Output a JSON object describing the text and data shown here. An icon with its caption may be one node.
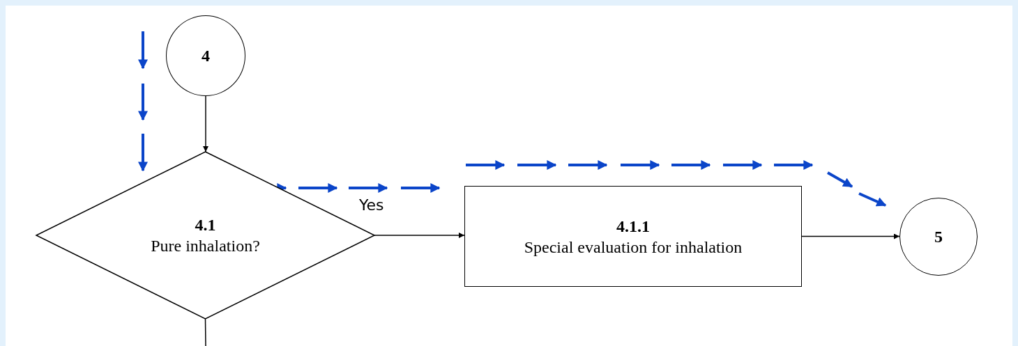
{
  "diagram": {
    "nodes": [
      {
        "text": [
          "4"
        ]
      },
      {
        "text": [
          "4.1",
          "Pure inhalation?"
        ]
      },
      {
        "text": [
          "4.1.1",
          "Special evaluation for inhalation"
        ]
      },
      {
        "text": [
          "5"
        ]
      }
    ],
    "edges": [
      {
        "from": 0,
        "to": 1,
        "arrow": "to"
      },
      {
        "from": 1,
        "to": 2,
        "arrow": "to",
        "label": "Yes"
      },
      {
        "from": 2,
        "to": 3,
        "arrow": "to"
      },
      {
        "from": 1,
        "to": null,
        "arrow": "none"
      }
    ]
  }
}
